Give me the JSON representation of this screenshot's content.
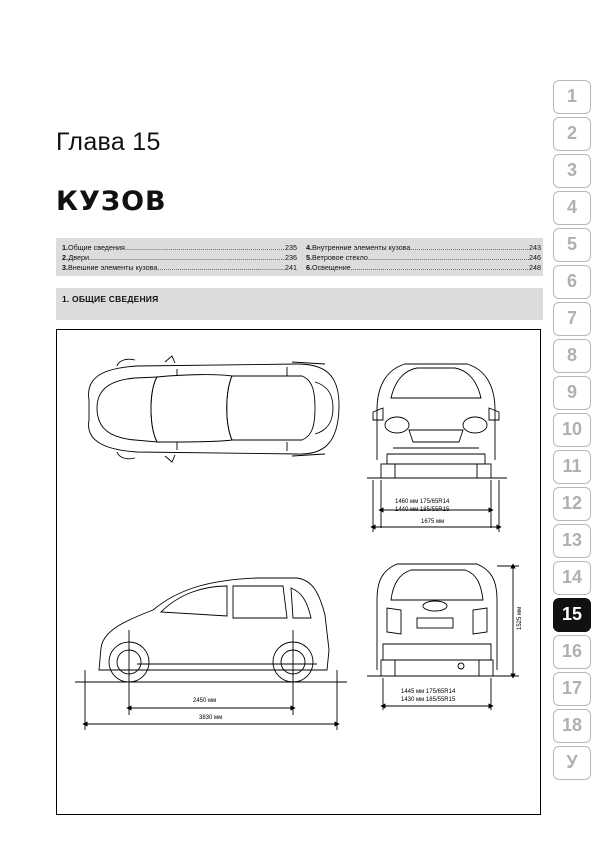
{
  "chapter": {
    "label": "Глава 15",
    "title": "КУЗОВ"
  },
  "toc": {
    "left": [
      {
        "num": "1.",
        "title": "Общие сведения",
        "page": "235"
      },
      {
        "num": "2.",
        "title": "Двери",
        "page": "236"
      },
      {
        "num": "3.",
        "title": "Внешние элементы кузова",
        "page": "241"
      }
    ],
    "right": [
      {
        "num": "4.",
        "title": "Внутренние элементы кузова",
        "page": "243"
      },
      {
        "num": "5.",
        "title": "Ветровое стекло",
        "page": "246"
      },
      {
        "num": "6.",
        "title": "Освещение",
        "page": "248"
      }
    ]
  },
  "section": {
    "title": "1.  ОБЩИЕ СВЕДЕНИЯ"
  },
  "dimensions": {
    "front_track_1": "1460 мм 175/65R14",
    "front_track_2": "1440 мм 185/55R15",
    "width": "1675 мм",
    "height": "1525 мм",
    "rear_track_1": "1445 мм 175/65R14",
    "rear_track_2": "1430 мм 185/55R15",
    "wheelbase": "2450 мм",
    "length": "3830 мм"
  },
  "tabs": [
    "1",
    "2",
    "3",
    "4",
    "5",
    "6",
    "7",
    "8",
    "9",
    "10",
    "11",
    "12",
    "13",
    "14",
    "15",
    "16",
    "17",
    "18",
    "У"
  ],
  "active_tab": "15"
}
